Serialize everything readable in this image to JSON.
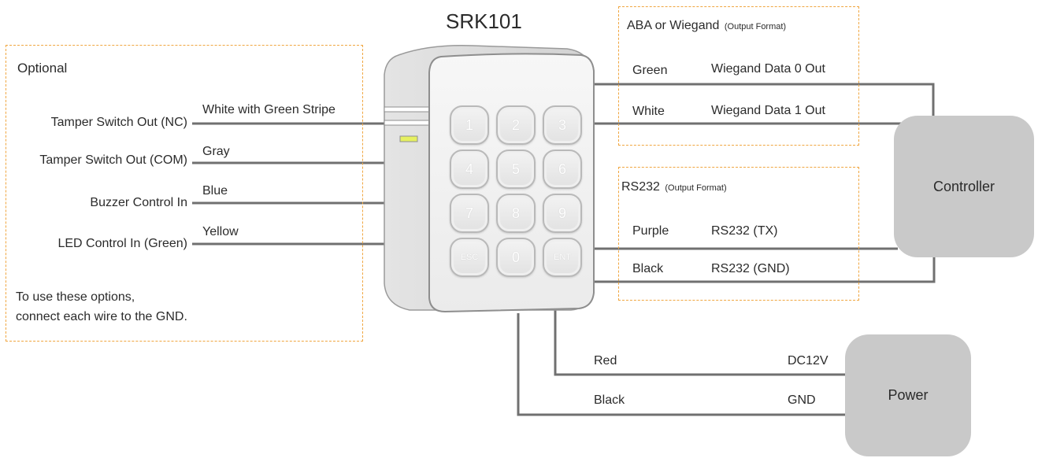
{
  "title": "SRK101",
  "optional": {
    "heading": "Optional",
    "rows": [
      {
        "label": "Tamper Switch Out (NC)",
        "wire": "White with Green Stripe"
      },
      {
        "label": "Tamper Switch Out (COM)",
        "wire": "Gray"
      },
      {
        "label": "Buzzer Control In",
        "wire": "Blue"
      },
      {
        "label": "LED Control In (Green)",
        "wire": "Yellow"
      }
    ],
    "note_line1": "To use these options,",
    "note_line2": "connect each wire to the GND."
  },
  "aba_wiegand": {
    "heading": "ABA or Wiegand",
    "subheading": "(Output Format)",
    "rows": [
      {
        "wire": "Green",
        "signal": "Wiegand Data 0 Out"
      },
      {
        "wire": "White",
        "signal": "Wiegand Data 1 Out"
      }
    ]
  },
  "rs232": {
    "heading": "RS232",
    "subheading": "(Output Format)",
    "rows": [
      {
        "wire": "Purple",
        "signal": "RS232 (TX)"
      },
      {
        "wire": "Black",
        "signal": "RS232 (GND)"
      }
    ]
  },
  "controller": {
    "label": "Controller"
  },
  "power": {
    "label": "Power",
    "rows": [
      {
        "wire": "Red",
        "signal": "DC12V"
      },
      {
        "wire": "Black",
        "signal": "GND"
      }
    ]
  },
  "keypad": {
    "keys": [
      "1",
      "2",
      "3",
      "4",
      "5",
      "6",
      "7",
      "8",
      "9",
      "ESC",
      "0",
      "ENT"
    ]
  },
  "colors": {
    "border_dash": "#f0a640",
    "wire": "#707070",
    "box_fill": "#c9c9c9",
    "led": "#e6f060"
  }
}
